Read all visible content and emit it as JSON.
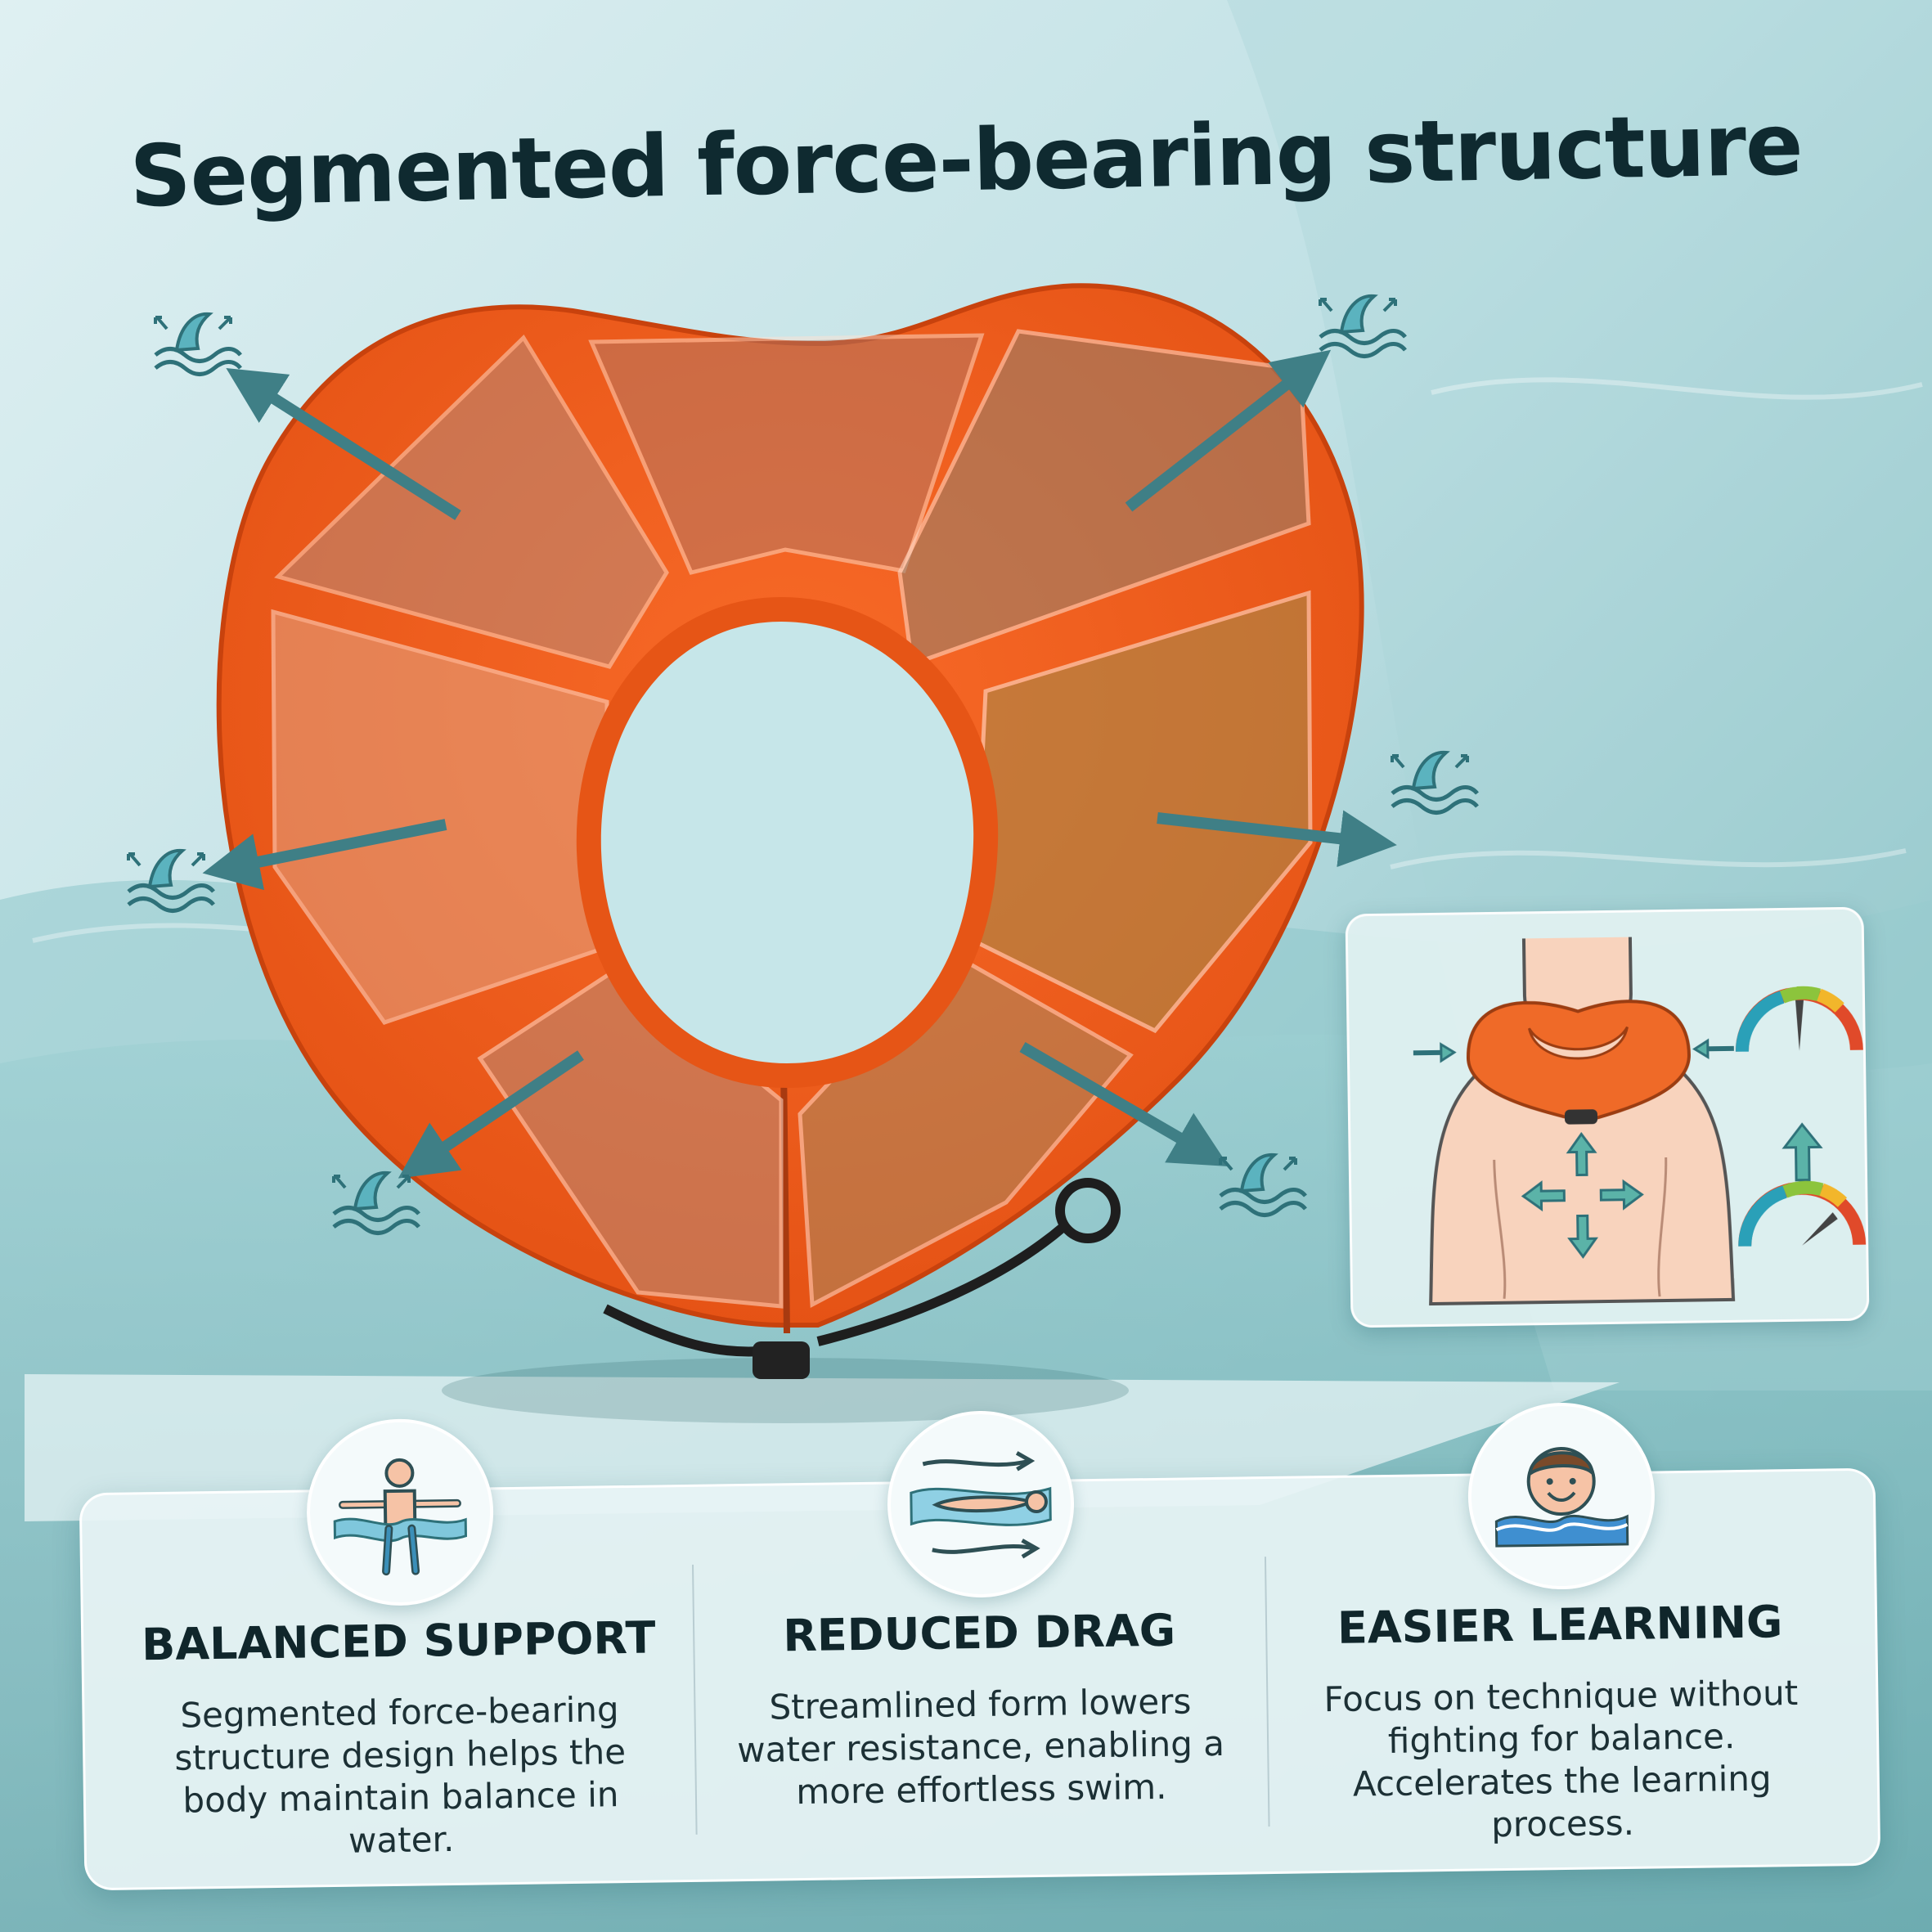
{
  "title": "Segmented force-bearing structure",
  "colors": {
    "accent_orange": "#ee5a1c",
    "teal": "#3f7f86",
    "title_text": "#0f2a30",
    "card_bg": "#e8f4f5"
  },
  "icons": {
    "splash": "wave-splash-icon",
    "arrow": "outward-arrow-icon"
  },
  "features": [
    {
      "icon": "floating-person-icon",
      "heading": "BALANCED SUPPORT",
      "text": "Segmented force-bearing structure design helps the body maintain balance in water."
    },
    {
      "icon": "streamlined-swimmer-icon",
      "heading": "REDUCED DRAG",
      "text": "Streamlined form lowers water resistance, enabling a more effortless swim."
    },
    {
      "icon": "happy-child-swimming-icon",
      "heading": "EASIER LEARNING",
      "text": "Focus on technique without fighting for balance. Accelerates the learning process."
    }
  ]
}
